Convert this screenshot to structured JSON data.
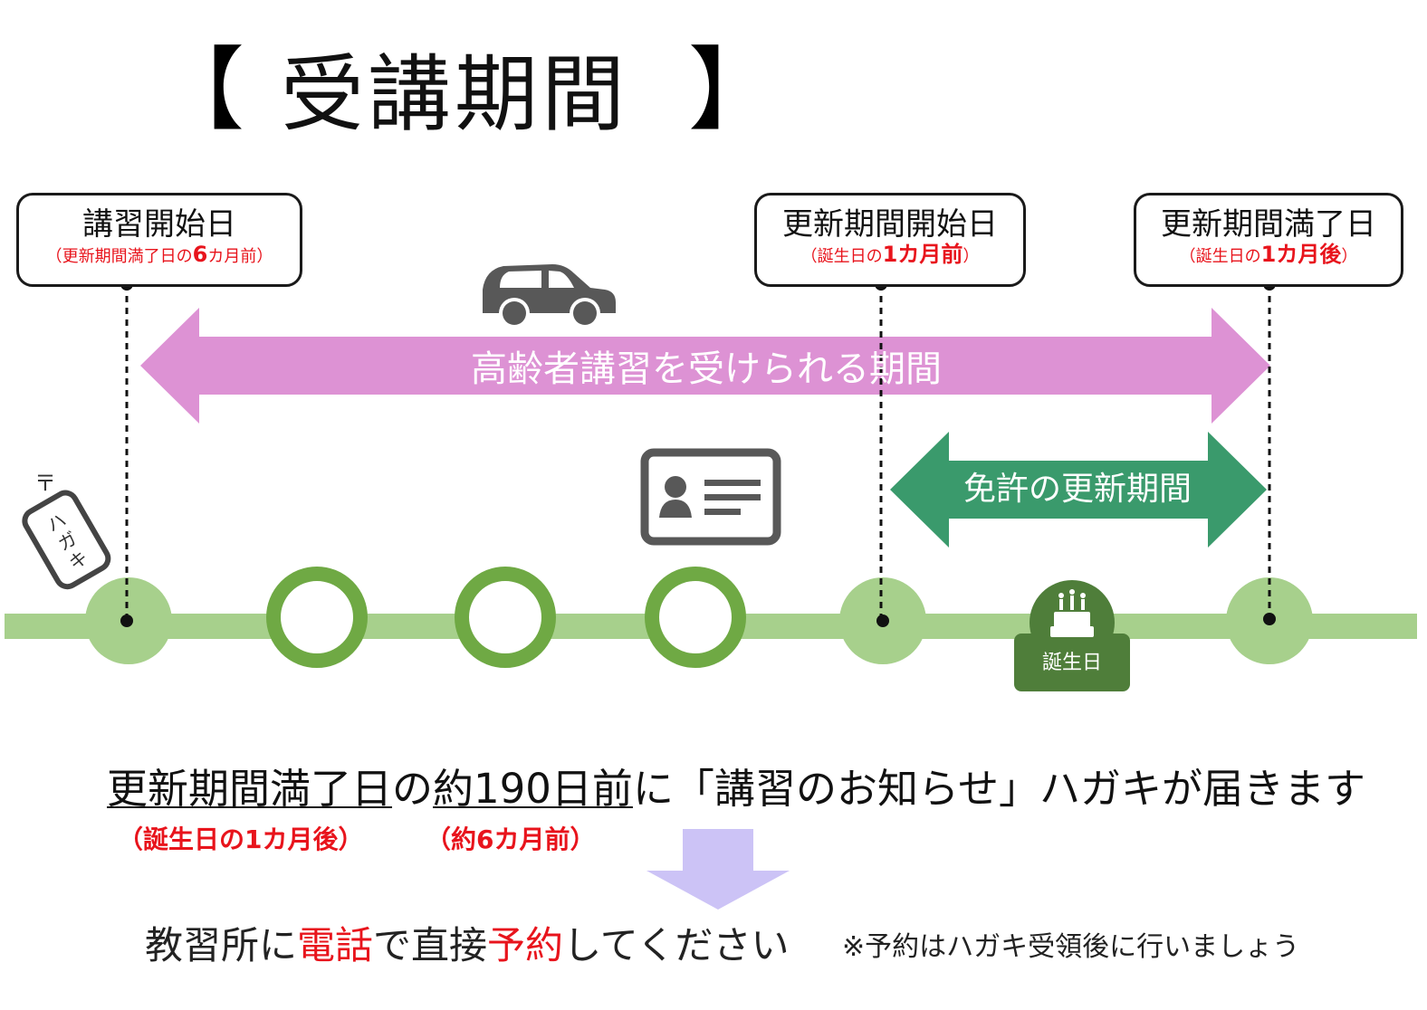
{
  "title": {
    "bracket_left": "【",
    "text": "受講期間",
    "bracket_right": "】"
  },
  "callouts": {
    "start": {
      "main": "講習開始日",
      "sub_a": "（更新期間満了日の",
      "sub_b": "6",
      "sub_c": "カ月前）"
    },
    "renew_start": {
      "main": "更新期間開始日",
      "sub_a": "（誕生日の",
      "sub_b": "1カ月前",
      "sub_c": "）"
    },
    "renew_end": {
      "main": "更新期間満了日",
      "sub_a": "（誕生日の",
      "sub_b": "1カ月後",
      "sub_c": "）"
    }
  },
  "arrows": {
    "lecture_period": "高齢者講習を受けられる期間",
    "renewal_period": "免許の更新期間"
  },
  "postcard": {
    "postal_mark": "〒",
    "line1": "ハ",
    "line2": "ガ",
    "line3": "キ"
  },
  "birthday": {
    "label": "誕生日"
  },
  "notice": {
    "part1": "更新期間満了日",
    "part2": "の",
    "part3": "約190日前",
    "part4": "に「講習のお知らせ」ハガキが届きます",
    "note1": "（誕生日の1カ月後）",
    "note2": "（約6カ月前）"
  },
  "action": {
    "part1": "教習所に",
    "part2": "電話",
    "part3": "で直接",
    "part4": "予約",
    "part5": "してください",
    "note": "※予約はハガキ受領後に行いましょう"
  },
  "colors": {
    "pink_arrow": "#dd92d4",
    "green_arrow": "#3a9a6c",
    "timeline": "#a7d08c",
    "ring": "#6fa944",
    "birthday_badge": "#4f7e3a",
    "down_arrow": "#ccc3f6",
    "accent_red": "#e8141c",
    "icon_gray": "#585858"
  }
}
